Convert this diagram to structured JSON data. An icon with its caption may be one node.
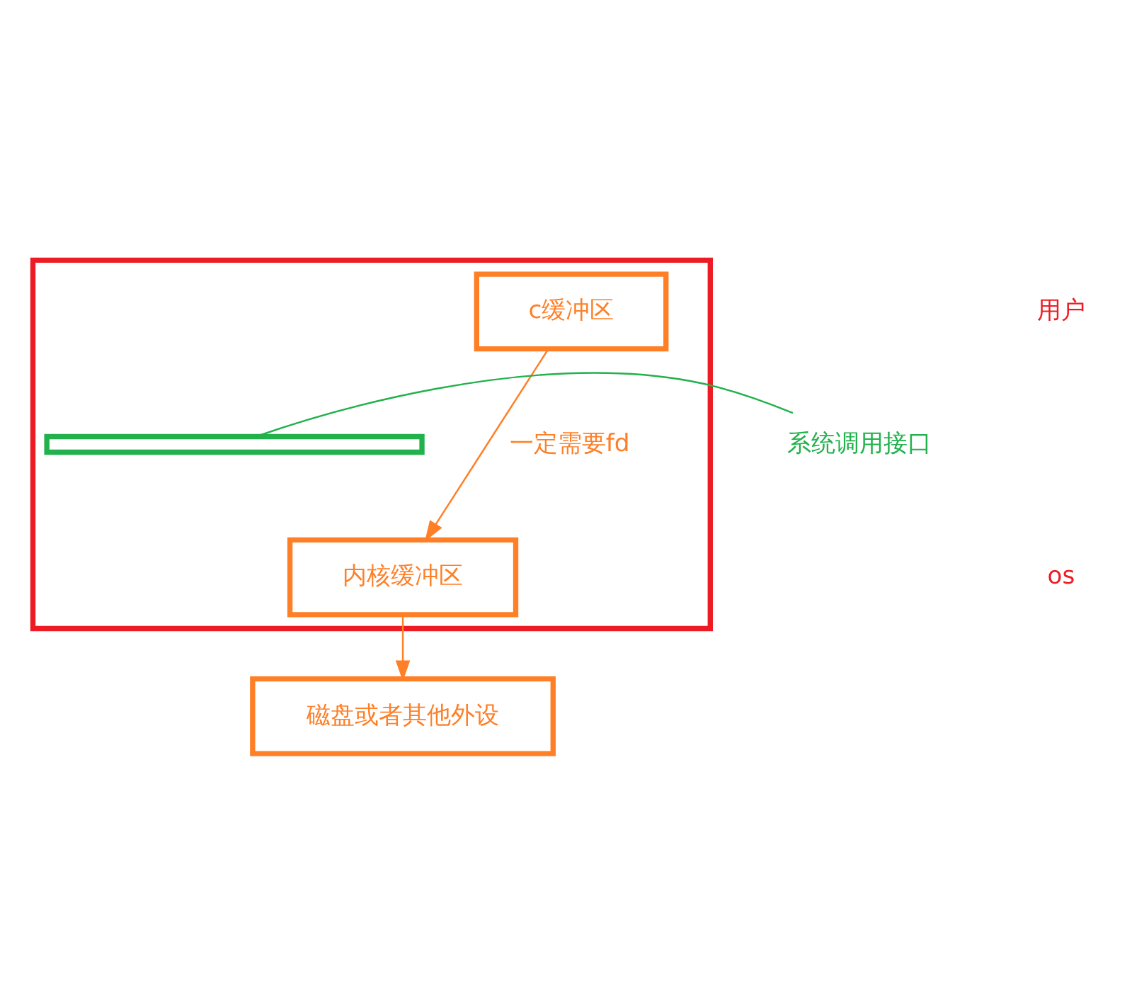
{
  "diagram": {
    "nodes": [
      {
        "text": [],
        "shape": "box"
      },
      {
        "text": [
          "c缓冲区"
        ],
        "in": 0
      },
      {
        "text": [],
        "shape": "bar",
        "in": 0
      },
      {
        "text": [
          "系统调用接口"
        ]
      },
      {
        "text": [
          "内核缓冲区"
        ],
        "in": 0
      },
      {
        "text": [
          "磁盘或者其他外设"
        ]
      }
    ],
    "edges": [
      {
        "from": 3,
        "to": 2,
        "arrow": "none",
        "color": "#22b14c"
      },
      {
        "from": 1,
        "to": 4,
        "arrow": "to",
        "label": "一定需要fd"
      },
      {
        "from": 4,
        "to": 5,
        "arrow": "to"
      }
    ],
    "labels": [
      "用户",
      "os"
    ]
  }
}
